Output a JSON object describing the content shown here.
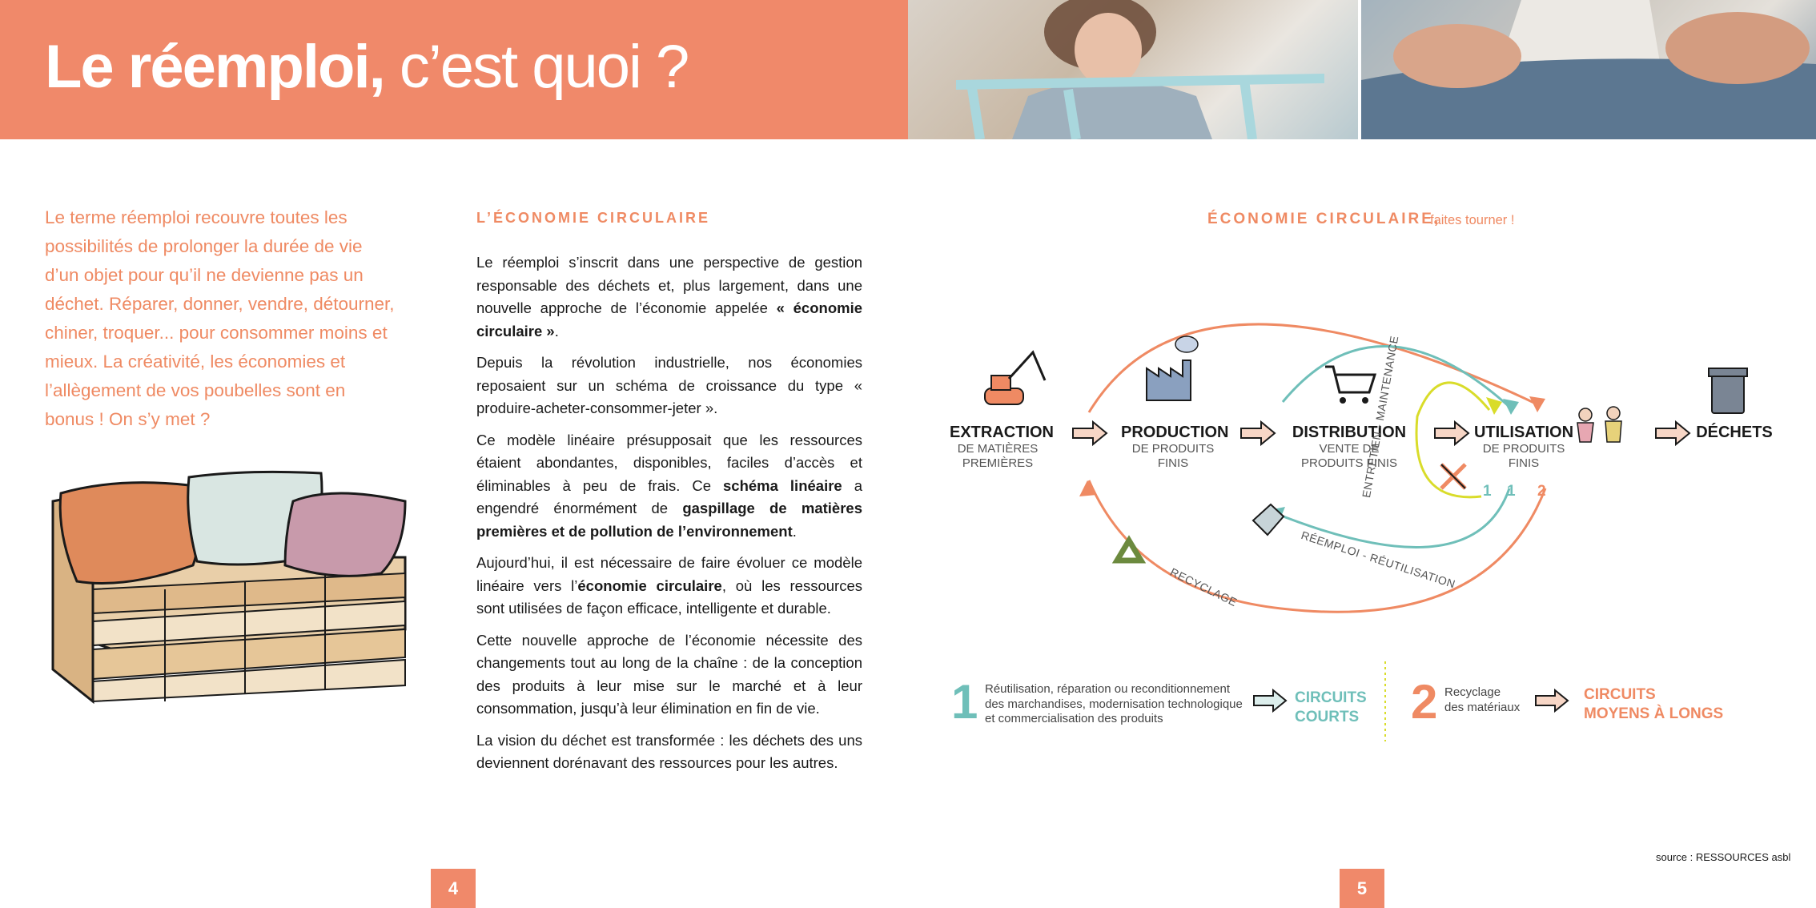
{
  "header": {
    "title_bold": "Le réemploi,",
    "title_light": "c’est quoi ?"
  },
  "intro": "Le terme réemploi recouvre toutes les possibilités de prolonger la durée de vie d’un objet pour qu’il ne devienne pas un déchet. Réparer, donner, vendre, détourner, chiner, troquer... pour consommer moins et mieux. La créativité, les économies et l’allègement de vos poubelles sont en bonus ! On s’y met ?",
  "article": {
    "title": "L’ÉCONOMIE CIRCULAIRE",
    "p1_a": "Le réemploi s’inscrit dans une perspective de gestion responsable des déchets et, plus largement, dans une nouvelle approche de l’économie appelée ",
    "p1_b": "« économie circulaire »",
    "p1_c": ".",
    "p2": "Depuis la révolution industrielle, nos économies reposaient sur un schéma de croissance du type « produire-acheter-consommer-jeter ».",
    "p3_a": "Ce modèle linéaire présupposait que les ressources étaient abondantes, disponibles, faciles d’accès et éliminables à peu de frais. Ce ",
    "p3_b": "schéma linéaire",
    "p3_c": " a engendré énormément de ",
    "p3_d": "gaspillage de matières premières et de pollution de l’environnement",
    "p3_e": ".",
    "p4_a": "Aujourd’hui, il est nécessaire de faire évoluer ce modèle linéaire vers l’",
    "p4_b": "économie circulaire",
    "p4_c": ", où les ressources sont utilisées de façon efficace, intelligente et durable.",
    "p5": "Cette nouvelle approche de l’économie nécessite des changements tout au long de la chaîne : de la conception des produits à leur mise sur le marché et à leur consommation, jusqu’à leur élimination en fin de vie.",
    "p6": "La vision du déchet est transformée : les déchets des uns deviennent dorénavant des ressources pour les autres."
  },
  "diagram": {
    "title": "ÉCONOMIE CIRCULAIRE,",
    "subtitle": "faites tourner !",
    "stages": [
      {
        "name": "EXTRACTION",
        "desc1": "DE MATIÈRES",
        "desc2": "PREMIÈRES"
      },
      {
        "name": "PRODUCTION",
        "desc1": "DE PRODUITS",
        "desc2": "FINIS"
      },
      {
        "name": "DISTRIBUTION",
        "desc1": "VENTE DE",
        "desc2": "PRODUITS FINIS"
      },
      {
        "name": "UTILISATION",
        "desc1": "DE PRODUITS",
        "desc2": "FINIS"
      },
      {
        "name": "DÉCHETS",
        "desc1": "",
        "desc2": ""
      }
    ],
    "labels": {
      "entretien": "ENTRETIEN - MAINTENANCE",
      "reemploi": "RÉEMPLOI - RÉUTILISATION",
      "recyclage": "RECYCLAGE"
    },
    "markers": {
      "m1a": "1",
      "m1b": "1",
      "m2": "2"
    },
    "colors": {
      "orange": "#ef8a63",
      "teal": "#6fbfb9",
      "yellow": "#d9dc2a"
    }
  },
  "legend": {
    "item1": {
      "num": "1",
      "line1": "Réutilisation, réparation ou reconditionnement",
      "line2": "des marchandises, modernisation technologique",
      "line3": "et commercialisation des produits",
      "circuit1": "CIRCUITS",
      "circuit2": "COURTS"
    },
    "item2": {
      "num": "2",
      "line1": "Recyclage",
      "line2": "des matériaux",
      "circuit1": "CIRCUITS",
      "circuit2": "MOYENS À LONGS"
    }
  },
  "source": "source :  RESSOURCES asbl",
  "pages": {
    "left": "4",
    "right": "5"
  }
}
